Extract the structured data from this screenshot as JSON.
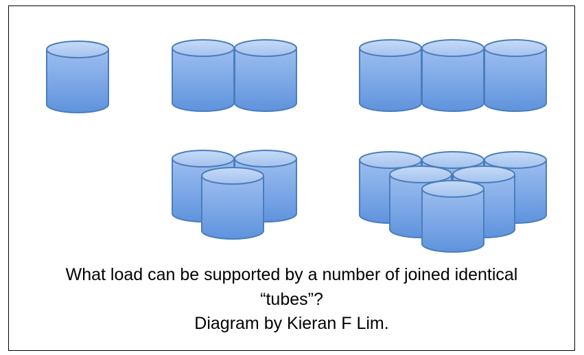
{
  "caption": {
    "line1": "What load can be supported by a number of joined identical",
    "line2": "“tubes”?",
    "line3": "Diagram by Kieran F Lim."
  },
  "colors": {
    "border": "#000000",
    "tube_stroke": "#4a7ebb",
    "tube_light": "#a8c6ee",
    "tube_dark": "#6f9fe0"
  },
  "groups": [
    {
      "name": "single-tube",
      "tube_count": 1,
      "arrangement": "single"
    },
    {
      "name": "two-tube-row",
      "tube_count": 2,
      "arrangement": "row"
    },
    {
      "name": "three-tube-row",
      "tube_count": 3,
      "arrangement": "row"
    },
    {
      "name": "three-tube-cluster",
      "tube_count": 3,
      "arrangement": "triangle"
    },
    {
      "name": "six-tube-cluster",
      "tube_count": 6,
      "arrangement": "triangle"
    }
  ]
}
